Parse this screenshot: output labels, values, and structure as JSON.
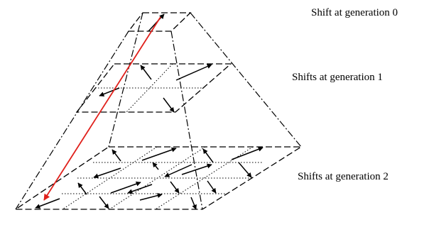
{
  "labels": {
    "generation_0": "Shift at generation 0",
    "generation_1": "Shifts at generation 1",
    "generation_2": "Shifts at generation 2"
  },
  "colors": {
    "line": "#000000",
    "highlight_arrow": "#e0201b"
  }
}
